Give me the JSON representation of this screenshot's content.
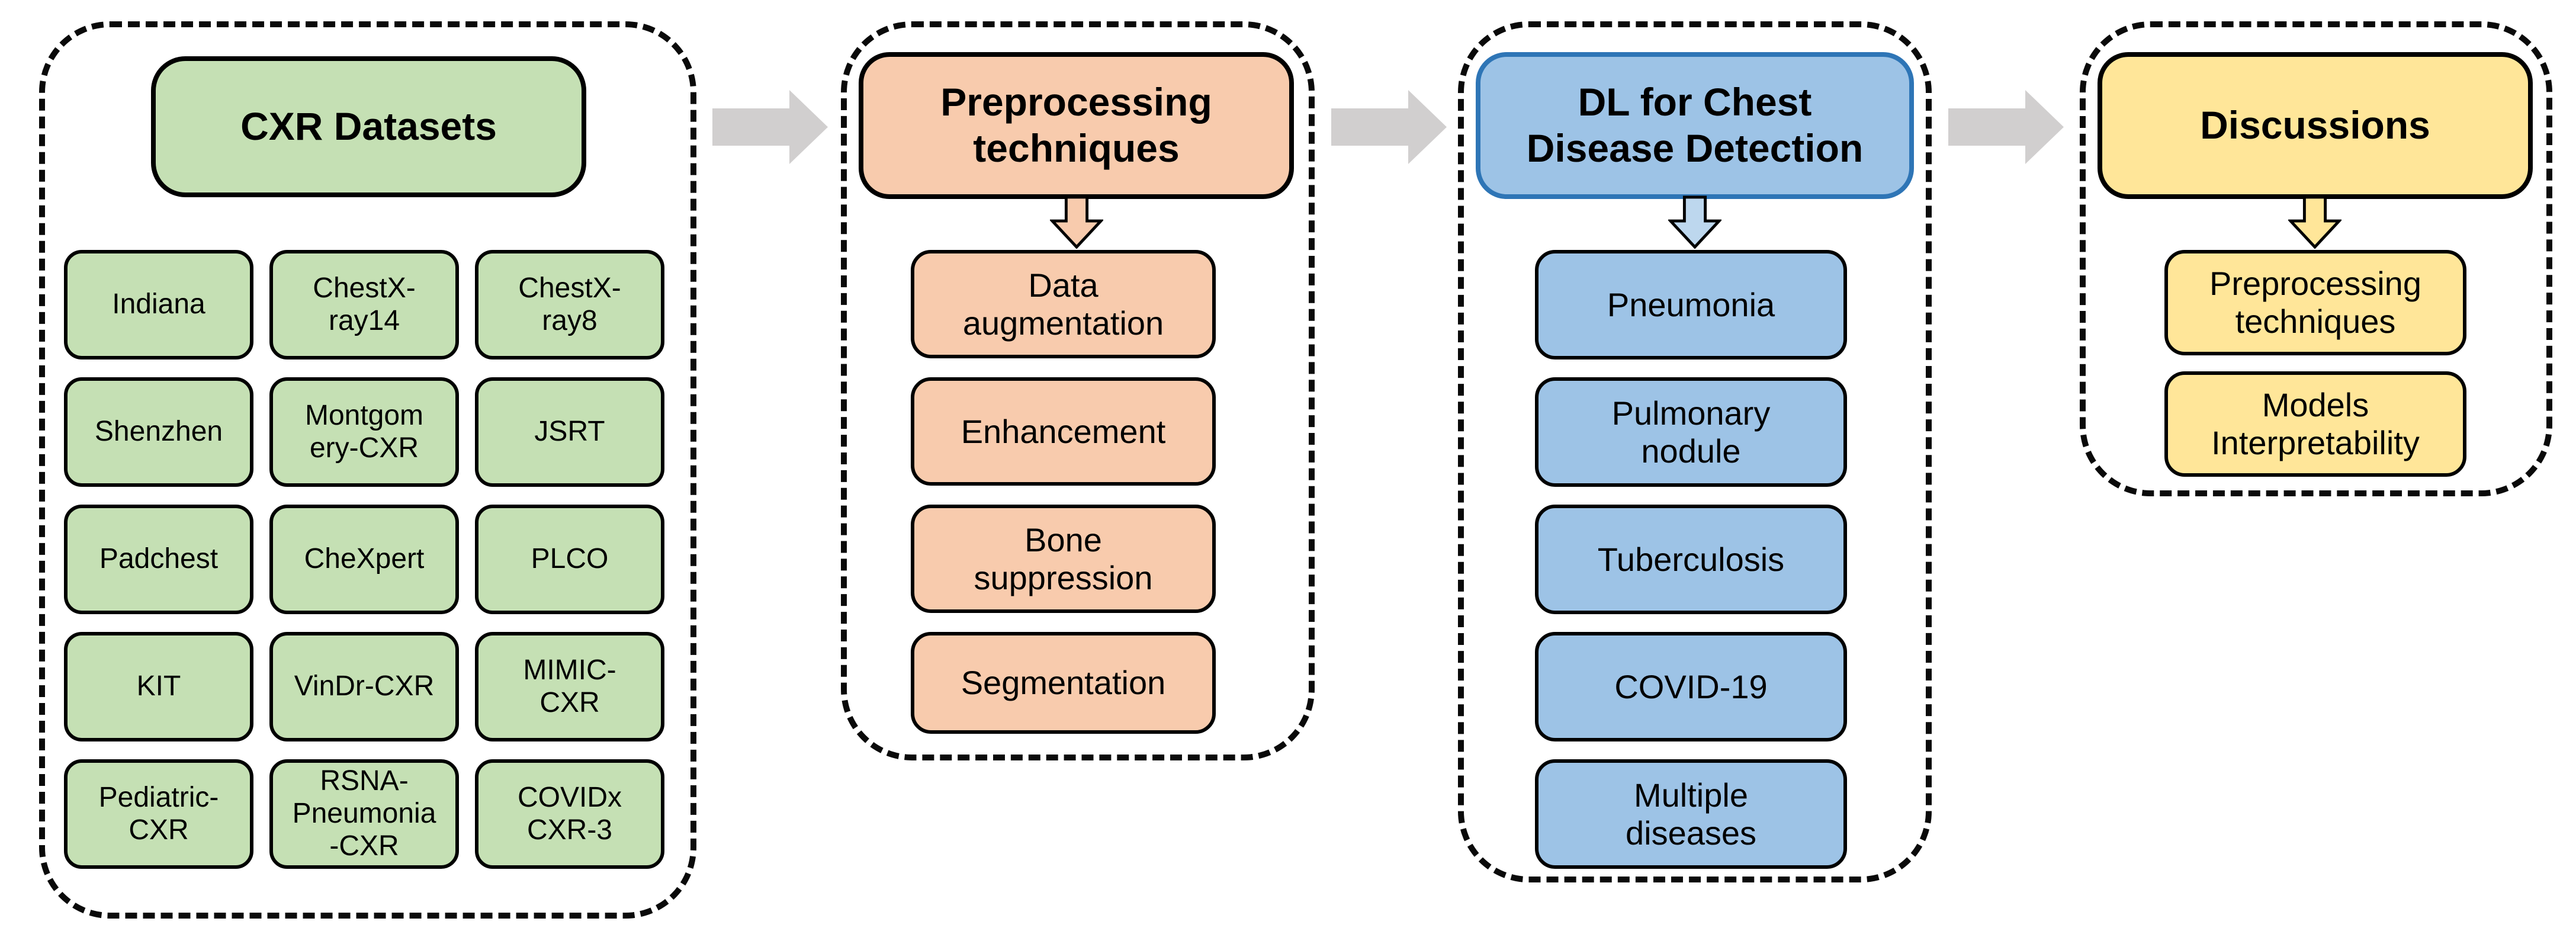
{
  "colors": {
    "green_fill": "#c5e0b4",
    "orange_fill": "#f8cbad",
    "blue_fill": "#9dc3e6",
    "blue_header_border": "#2e75b6",
    "blue_arrow_fill": "#bdd7ee",
    "yellow_fill": "#ffe699",
    "gray_arrow": "#d1cfcf",
    "outline": "#000000"
  },
  "flow": {
    "panels": [
      {
        "title": "CXR Datasets",
        "items": [
          "Indiana",
          "ChestX-\nray14",
          "ChestX-\nray8",
          "Shenzhen",
          "Montgom\nery-CXR",
          "JSRT",
          "Padchest",
          "CheXpert",
          "PLCO",
          "KIT",
          "VinDr-CXR",
          "MIMIC-\nCXR",
          "Pediatric-\nCXR",
          "RSNA-\nPneumonia\n-CXR",
          "COVIDx\nCXR-3"
        ]
      },
      {
        "title": "Preprocessing\ntechniques",
        "items": [
          "Data\naugmentation",
          "Enhancement",
          "Bone\nsuppression",
          "Segmentation"
        ]
      },
      {
        "title": "DL for Chest\nDisease Detection",
        "items": [
          "Pneumonia",
          "Pulmonary\nnodule",
          "Tuberculosis",
          "COVID-19",
          "Multiple\ndiseases"
        ]
      },
      {
        "title": "Discussions",
        "items": [
          "Preprocessing\ntechniques",
          "Models\nInterpretability"
        ]
      }
    ]
  }
}
